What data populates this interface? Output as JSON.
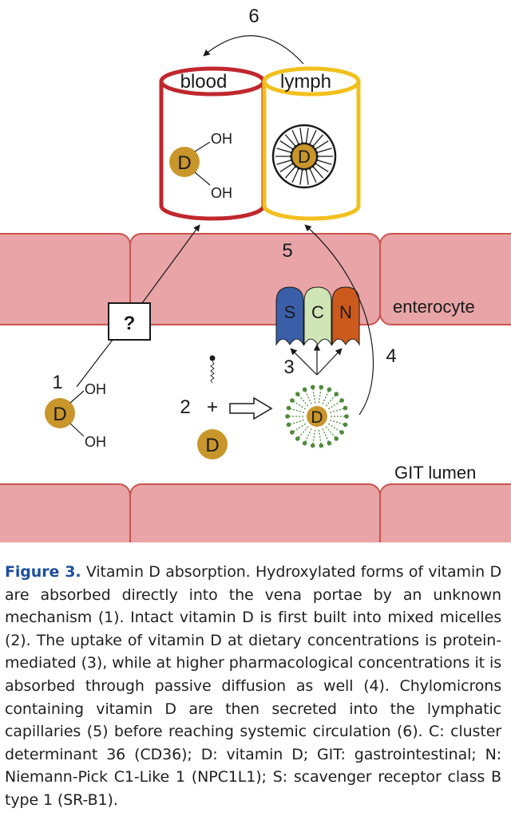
{
  "diagram": {
    "labels": {
      "blood": "blood",
      "lymph": "lymph",
      "enterocyte": "enterocyte",
      "git_lumen": "GIT lumen",
      "unknown": "?",
      "vitamin_d": "D",
      "oh": "OH",
      "transporter_s": "S",
      "transporter_c": "C",
      "transporter_n": "N",
      "plus": "+"
    },
    "steps": {
      "step1": "1",
      "step2": "2",
      "step3": "3",
      "step4": "4",
      "step5": "5",
      "step6": "6"
    },
    "colors": {
      "cell": "#e8a4a6",
      "cell_border": "#c9544f",
      "blood_vessel": "#c0272d",
      "lymph_vessel": "#f2c01d",
      "vitamin_d": "#c9962b",
      "micelle": "#4f8a3a",
      "sr_b1": "#3a5fa8",
      "cd36": "#cfe5b5",
      "npc1l1": "#cc5a1d"
    }
  },
  "caption": {
    "figure_label": "Figure 3.",
    "text": "Vitamin D absorption. Hydroxylated forms of vitamin D are absorbed directly into the vena portae by an unknown mechanism (1). Intact vitamin D is first built into mixed micelles (2). The uptake of vitamin D at dietary concentrations is protein-mediated (3), while at higher pharmacological concentrations it is absorbed through passive diffusion as well (4). Chylomicrons containing vitamin D are then secreted into the lymphatic capillaries (5) before reaching systemic circulation (6). C: cluster determinant 36 (CD36); D: vitamin D; GIT: gastrointestinal; N: Niemann-Pick C1-Like 1 (NPC1L1); S: scavenger receptor class B type 1 (SR-B1)."
  }
}
